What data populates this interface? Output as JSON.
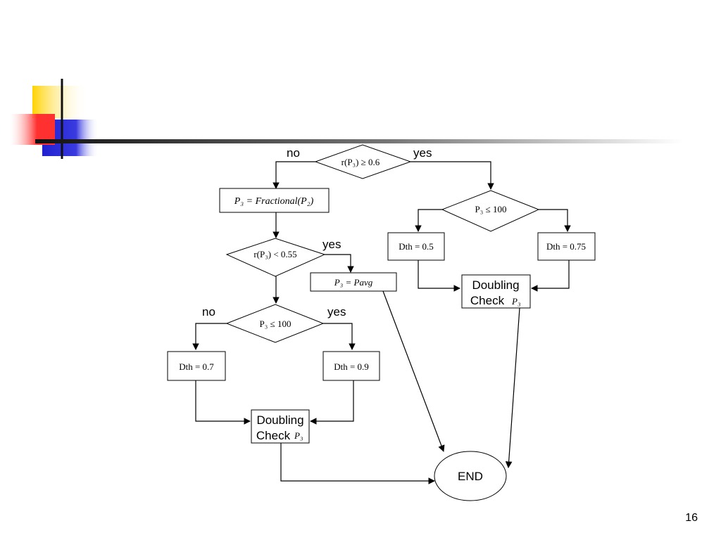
{
  "slide": {
    "page_number": "16"
  },
  "decor": {
    "yellow": "#ffd700",
    "red": "#ff3b3b",
    "blue": "#2b2bd9",
    "rule": "#1a1a1a"
  },
  "flowchart": {
    "d1": {
      "text": "r(P₃) ≥ 0.6",
      "no": "no",
      "yes": "yes"
    },
    "b_fractional": {
      "text": "P₃ = Fractional(P₂)"
    },
    "d2": {
      "text": "r(P₃) < 0.55",
      "yes": "yes"
    },
    "b_avg": {
      "text": "P₃ = Pavg"
    },
    "d3": {
      "text": "P₃ ≤ 100",
      "no": "no",
      "yes": "yes"
    },
    "b_dth07": {
      "text": "Dth = 0.7"
    },
    "b_dth09": {
      "text": "Dth = 0.9"
    },
    "dc_left": {
      "line1": "Doubling",
      "line2": "Check",
      "var": "P₃"
    },
    "d4": {
      "text": "P₃ ≤ 100"
    },
    "b_dth05": {
      "text": "Dth = 0.5"
    },
    "b_dth075": {
      "text": "Dth = 0.75"
    },
    "dc_right": {
      "line1": "Doubling",
      "line2": "Check",
      "var": "P₃"
    },
    "end": {
      "text": "END"
    }
  }
}
